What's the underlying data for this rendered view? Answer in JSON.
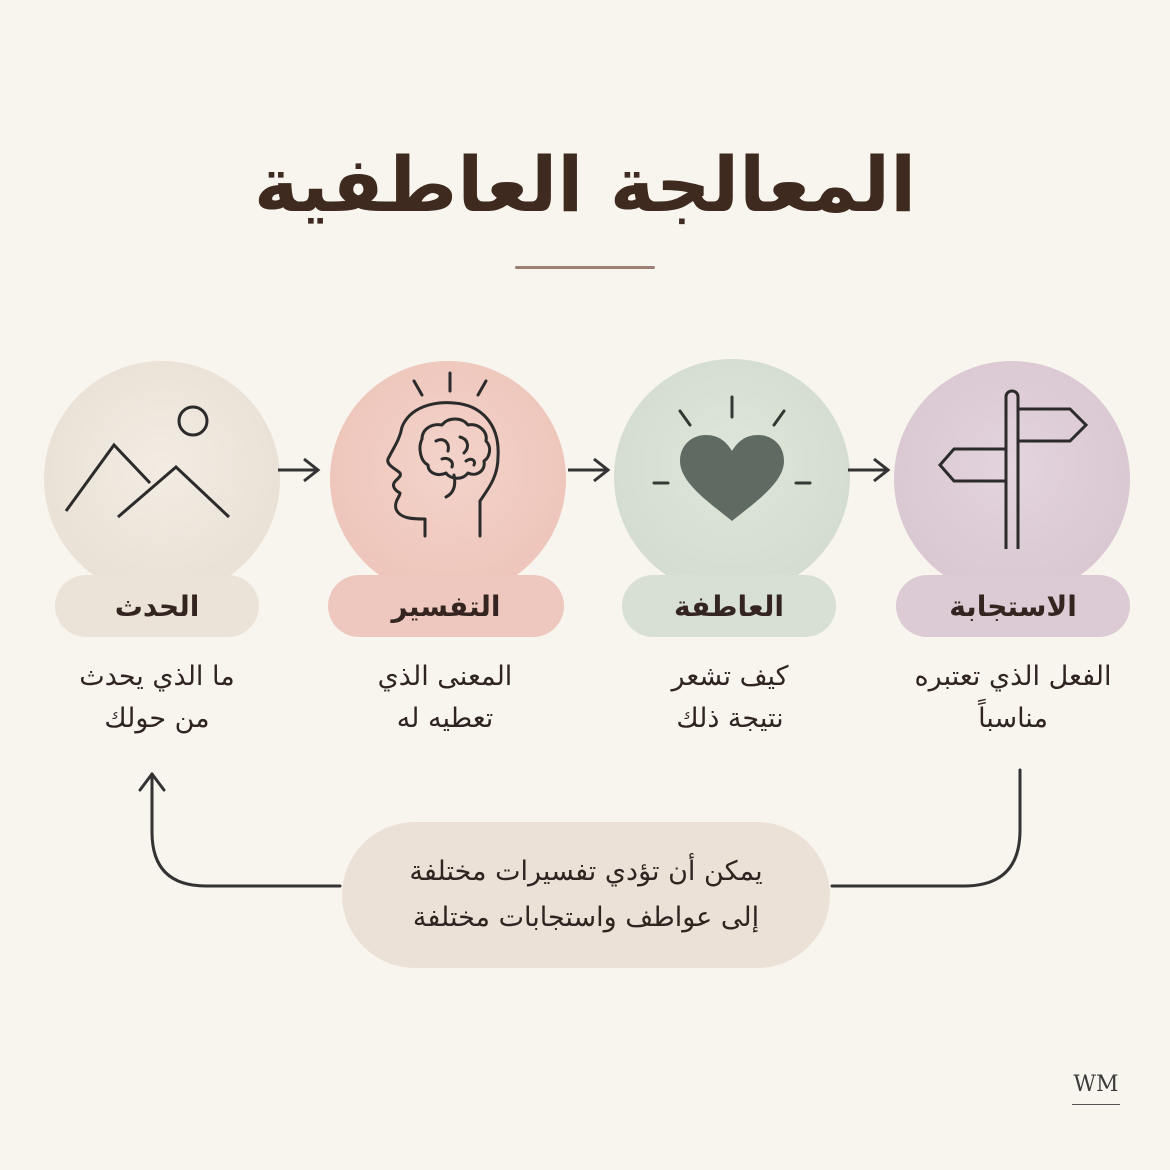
{
  "title": "المعالجة العاطفية",
  "steps": [
    {
      "label": "الحدث",
      "icon": "mountains-sun-icon",
      "desc_line1": "ما الذي يحدث",
      "desc_line2": "من حولك",
      "circle_color": "#ebe3d7",
      "pill_color": "#ebe3d7"
    },
    {
      "label": "التفسير",
      "icon": "head-brain-icon",
      "desc_line1": "المعنى الذي",
      "desc_line2": "تعطيه له",
      "circle_color": "#efc9bf",
      "pill_color": "#eec8bf"
    },
    {
      "label": "العاطفة",
      "icon": "glowing-heart-icon",
      "desc_line1": "كيف تشعر",
      "desc_line2": "نتيجة ذلك",
      "circle_color": "#d6dfd2",
      "pill_color": "#d7e0d3"
    },
    {
      "label": "الاستجابة",
      "icon": "signpost-icon",
      "desc_line1": "الفعل الذي تعتبره",
      "desc_line2": "مناسباً",
      "circle_color": "#dccad5",
      "pill_color": "#dccad5"
    }
  ],
  "note": {
    "line1": "يمكن أن تؤدي تفسيرات مختلفة",
    "line2": "إلى عواطف واستجابات مختلفة"
  },
  "logo": "WM"
}
